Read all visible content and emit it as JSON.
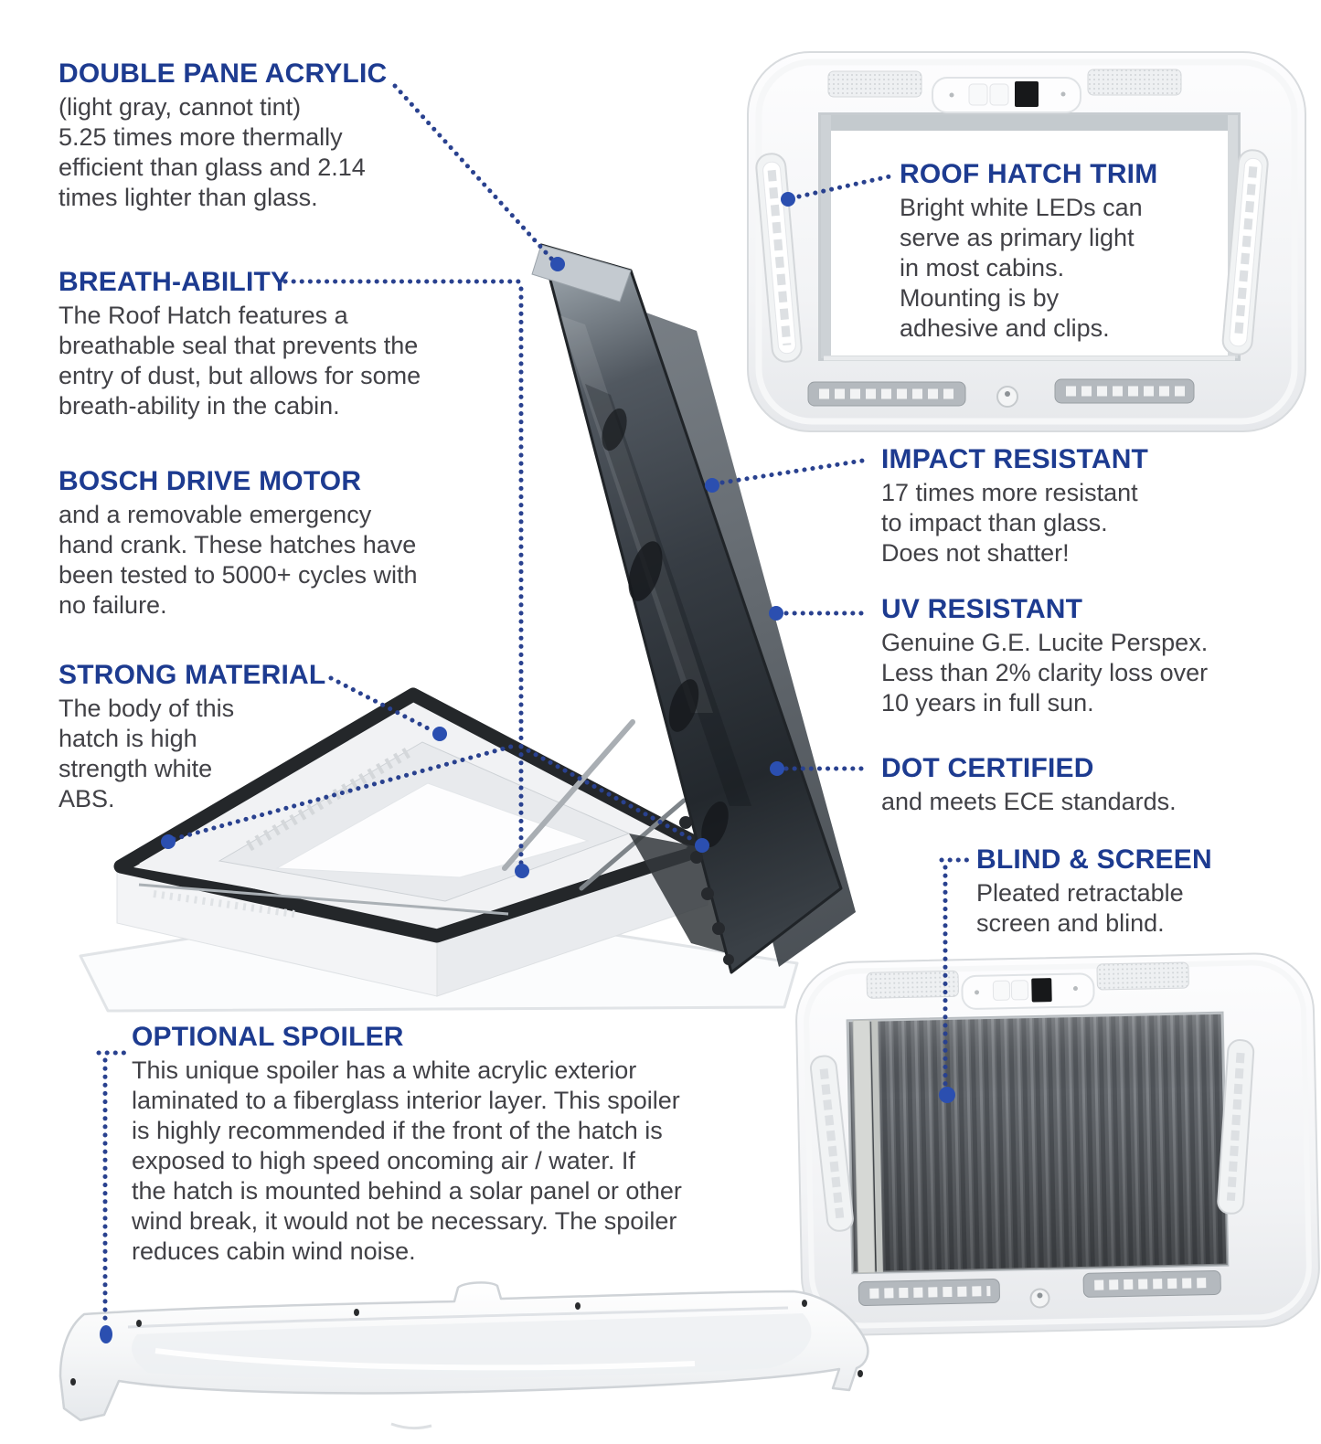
{
  "colors": {
    "heading": "#1d3b90",
    "body": "#414146",
    "leader": "#29418f",
    "dot": "#2b4fb0"
  },
  "annotations": {
    "double_pane": {
      "title": "DOUBLE PANE ACRYLIC",
      "text": "(light gray, cannot tint)\n5.25 times more thermally\nefficient than glass and 2.14\ntimes lighter than glass."
    },
    "breathability": {
      "title": "BREATH-ABILITY",
      "text": "The Roof Hatch features a\nbreathable seal that prevents the\nentry of dust, but allows for some\nbreath-ability in the cabin."
    },
    "bosch": {
      "title": "BOSCH DRIVE MOTOR",
      "text": "and a removable emergency\nhand crank.  These hatches have\nbeen tested to 5000+ cycles with\nno failure."
    },
    "strong": {
      "title": "STRONG MATERIAL",
      "text": "The body of this\nhatch is high\nstrength white\nABS."
    },
    "trim": {
      "title": "ROOF HATCH TRIM",
      "text": "Bright white LEDs can\nserve as primary light\nin most cabins.\nMounting is by\nadhesive and clips."
    },
    "impact": {
      "title": "IMPACT RESISTANT",
      "text": "17 times more resistant\nto impact than glass.\nDoes not shatter!"
    },
    "uv": {
      "title": "UV RESISTANT",
      "text": "Genuine G.E. Lucite Perspex.\nLess than 2% clarity loss over\n10 years in full sun."
    },
    "dot_certified": {
      "title": "DOT CERTIFIED",
      "text": "and meets ECE standards."
    },
    "blind": {
      "title": "BLIND & SCREEN",
      "text": "Pleated retractable\nscreen and blind."
    },
    "spoiler": {
      "title": "OPTIONAL SPOILER",
      "text": "This unique spoiler has a white acrylic exterior\nlaminated to a fiberglass interior layer.  This spoiler\nis highly recommended if the front of the hatch is\nexposed to high speed oncoming air / water.  If\nthe hatch is mounted behind a solar panel or other\nwind break, it would not be necessary.  The spoiler\nreduces cabin wind noise."
    }
  }
}
